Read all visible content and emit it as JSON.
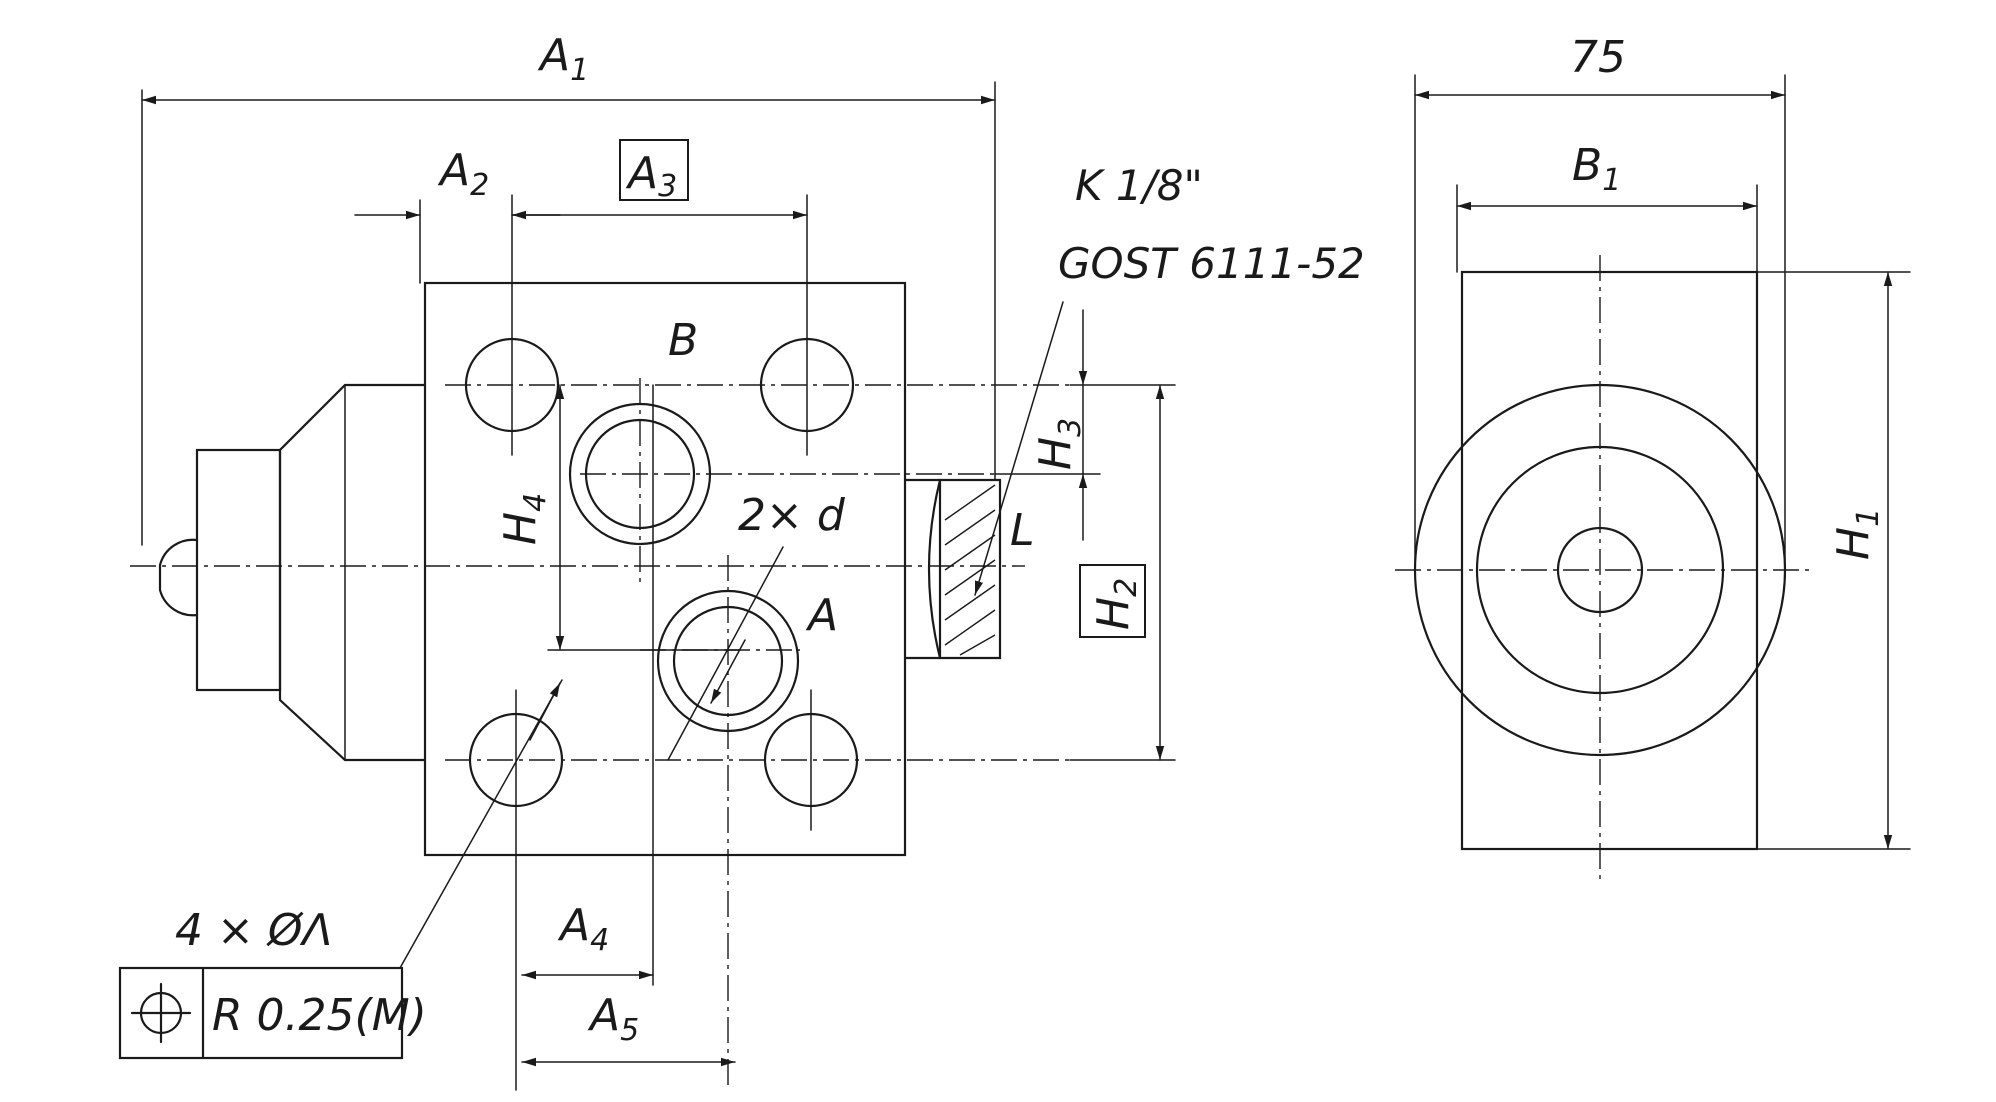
{
  "front_view": {
    "dim_a1": "A",
    "dim_a1_sub": "1",
    "dim_a2": "A",
    "dim_a2_sub": "2",
    "dim_a3": "A",
    "dim_a3_sub": "3",
    "dim_a4": "A",
    "dim_a4_sub": "4",
    "dim_a5": "A",
    "dim_a5_sub": "5",
    "dim_h2": "H",
    "dim_h2_sub": "2",
    "dim_h3": "H",
    "dim_h3_sub": "3",
    "dim_h4": "H",
    "dim_h4_sub": "4",
    "port_b": "B",
    "port_a": "A",
    "port_l": "L",
    "hole_callout": "2× d",
    "thread_line1": "K 1/8\"",
    "thread_line2": "GOST 6111-52",
    "bolt_holes": "4 × ØΛ",
    "tolerance_value": "R 0.25(M)"
  },
  "side_view": {
    "width": "75",
    "dim_b1": "B",
    "dim_b1_sub": "1",
    "dim_h1": "H",
    "dim_h1_sub": "1"
  }
}
